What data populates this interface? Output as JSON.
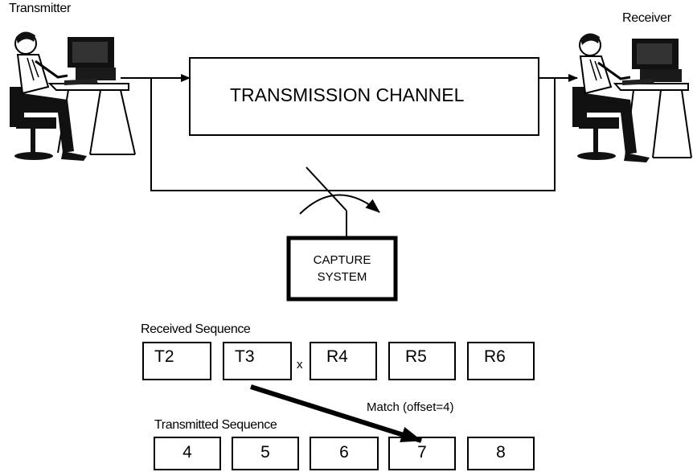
{
  "labels": {
    "transmitter": "Transmitter",
    "receiver": "Receiver",
    "channel": "TRANSMISSION CHANNEL",
    "capture_line1": "CAPTURE",
    "capture_line2": "SYSTEM"
  },
  "received": {
    "title": "Received Sequence",
    "cells": [
      "T2",
      "T3",
      "R4",
      "R5",
      "R6"
    ],
    "gap_marker": "x"
  },
  "transmitted": {
    "title": "Transmitted Sequence",
    "cells": [
      "4",
      "5",
      "6",
      "7",
      "8"
    ]
  },
  "match": {
    "label": "Match (offset=4)"
  },
  "icons": {
    "transmitter": "person-at-computer-icon",
    "receiver": "person-at-computer-icon"
  }
}
